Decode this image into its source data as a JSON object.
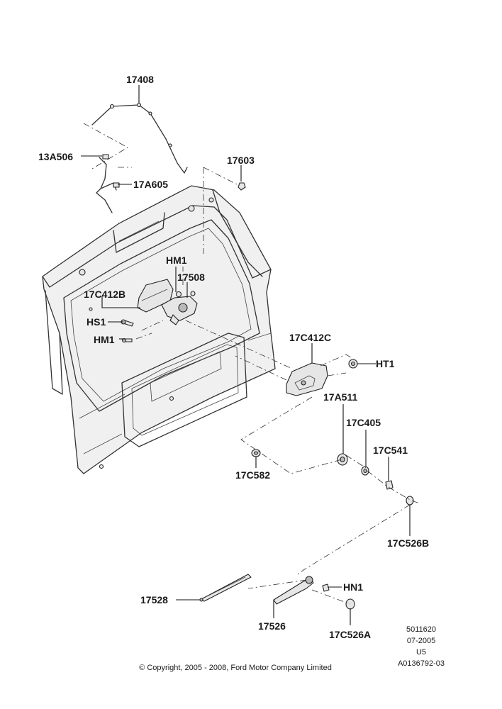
{
  "diagram": {
    "labels": {
      "p17408": "17408",
      "p13A506": "13A506",
      "p17603": "17603",
      "p17A605": "17A605",
      "pHM1a": "HM1",
      "p17508": "17508",
      "p17C412B": "17C412B",
      "pHS1": "HS1",
      "pHM1b": "HM1",
      "p17C412C": "17C412C",
      "pHT1": "HT1",
      "p17A511": "17A511",
      "p17C405": "17C405",
      "p17C541": "17C541",
      "p17C582": "17C582",
      "p17C526B": "17C526B",
      "p17528": "17528",
      "pHN1": "HN1",
      "p17526": "17526",
      "p17C526A": "17C526A"
    },
    "reference": [
      "5011620",
      "07-2005",
      "U5",
      "A0136792-03"
    ],
    "copyright": "© Copyright, 2005 - 2008, Ford Motor Company Limited"
  }
}
